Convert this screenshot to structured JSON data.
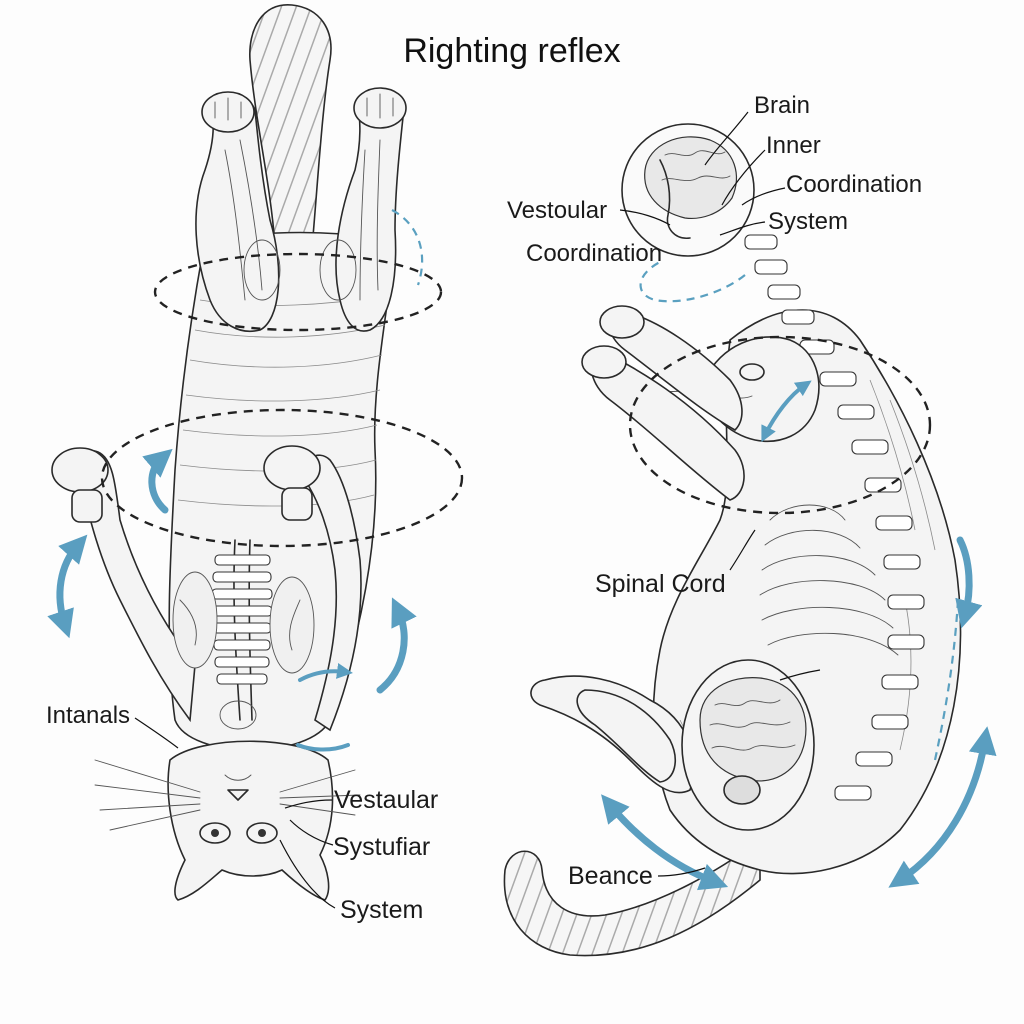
{
  "title": "Righting reflex",
  "labels": {
    "brain": "Brain",
    "inner": "Inner",
    "coordination_right": "Coordination",
    "system_right": "System",
    "vestoular": "Vestoular",
    "coordination_left": "Coordination",
    "spinal_cord": "Spinal Cord",
    "intanals": "Intanals",
    "vestaular": "Vestaular",
    "systufiar": "Systufiar",
    "system_bottom": "System",
    "beance": "Beance"
  },
  "colors": {
    "arrow": "#5a9ec0",
    "ink": "#2a2a2a"
  }
}
